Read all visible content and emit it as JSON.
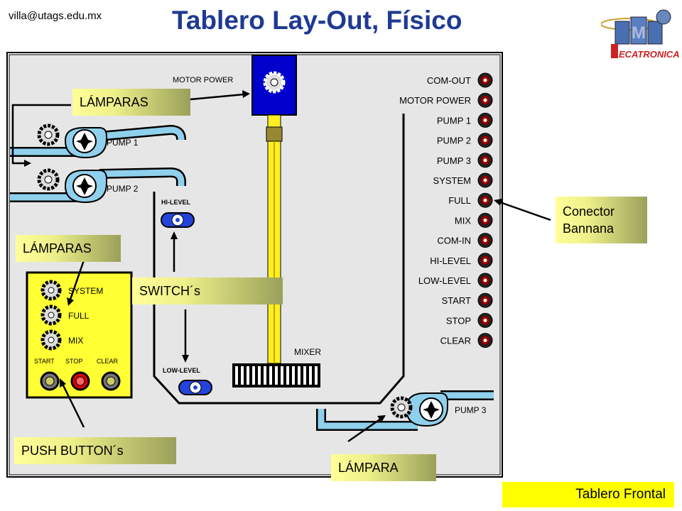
{
  "header": {
    "email": "villa@utags.edu.mx",
    "title": "Tablero Lay-Out, Físico",
    "logo_text": "ECATRONICA",
    "logo_letter": "M"
  },
  "panel": {
    "motor_label": "MOTOR POWER",
    "mixer_label": "MIXER",
    "pumps": [
      "PUMP 1",
      "PUMP 2",
      "PUMP 3"
    ],
    "hi_level": "HI-LEVEL",
    "low_level": "LOW-LEVEL",
    "lamp_labels": [
      "SYSTEM",
      "FULL",
      "MIX"
    ],
    "button_labels": [
      "START",
      "STOP",
      "CLEAR"
    ],
    "connectors": [
      "COM-OUT",
      "MOTOR POWER",
      "PUMP 1",
      "PUMP 2",
      "PUMP 3",
      "SYSTEM",
      "FULL",
      "MIX",
      "COM-IN",
      "HI-LEVEL",
      "LOW-LEVEL",
      "START",
      "STOP",
      "CLEAR"
    ]
  },
  "callouts": {
    "lamparas_top": "LÁMPARAS",
    "lamparas_left": "LÁMPARAS",
    "switches": "SWITCH´s",
    "push_buttons": "PUSH BUTTON´s",
    "lampara": "LÁMPARA",
    "conector_line1": "Conector",
    "conector_line2": "Bannana"
  },
  "footer": {
    "label": "Tablero Frontal"
  },
  "colors": {
    "title": "#1f3a93",
    "pipe": "#8fd0ec",
    "motor": "#0000cc",
    "shaft": "#ffee22",
    "yellow_panel": "#ffff33",
    "stop_button": "#dd0000",
    "connector_ring": "#990000"
  }
}
